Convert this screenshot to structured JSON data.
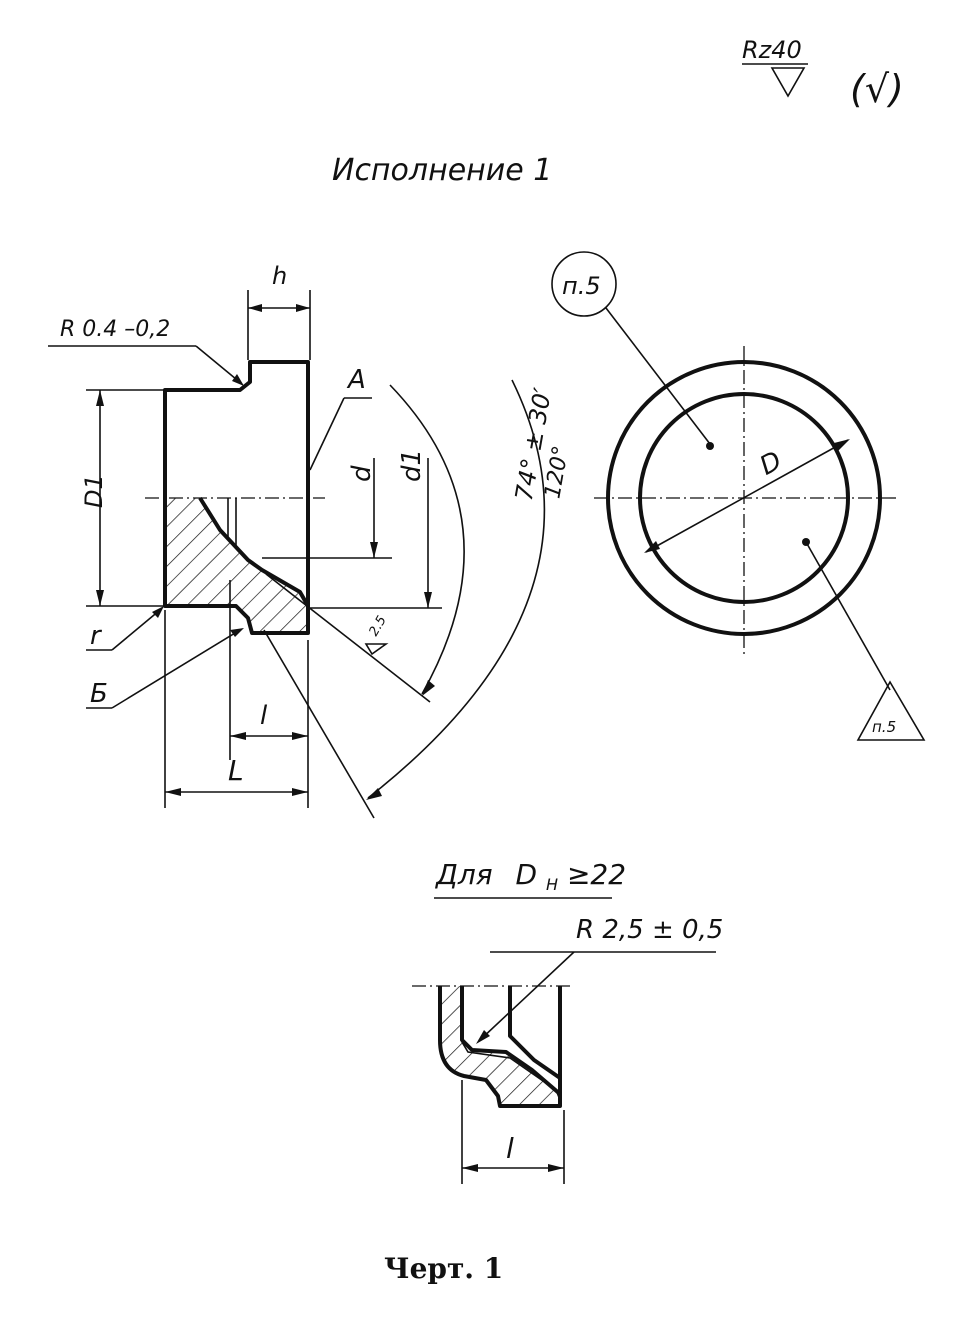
{
  "surface_mark": {
    "label": "Rz40",
    "suffix": "(√)"
  },
  "title": "Исполнение 1",
  "dimensions": {
    "h": "h",
    "radius_small": "R 0.4 –0,2",
    "label_A": "A",
    "D1": "D1",
    "d": "d",
    "d1": "d1",
    "angle_74": "74° ± 30′",
    "angle_120": "120°",
    "roughness_local": "2.5",
    "r": "r",
    "label_B": "Б",
    "l": "l",
    "L": "L"
  },
  "front_view": {
    "note_marker": "п.5",
    "diameter": "D",
    "triangle_marker": "п.5"
  },
  "detail": {
    "heading": "Для",
    "heading_symbol": "D",
    "heading_subscript": "Н",
    "heading_condition": "≥22",
    "radius": "R 2,5 ± 0,5",
    "l": "l"
  },
  "caption": "Черт. 1",
  "colors": {
    "ink": "#111111",
    "paper": "#ffffff"
  }
}
